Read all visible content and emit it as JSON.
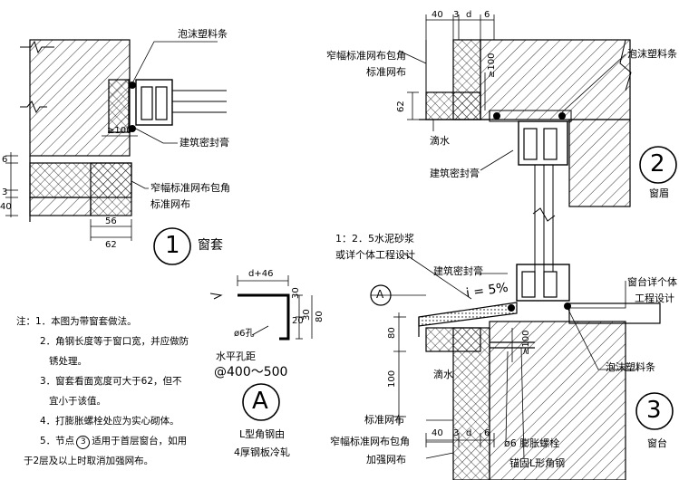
{
  "labels": {
    "foam_strip_1": "泡沫塑料条",
    "gte100_1": "≥100",
    "sealant_1": "建筑密封膏",
    "mesh_wrap_1": "窄幅标准网布包角",
    "mesh_1": "标准网布",
    "dim_56": "56",
    "dim_62_1": "62",
    "dim_6": "6",
    "dim_3": "3",
    "dim_40": "40",
    "title_1": "窗套",
    "dim_top_40": "40",
    "dim_top_3": "3",
    "dim_top_d": "d",
    "dim_top_6": "6",
    "mesh_wrap_2": "窄幅标准网布包角",
    "mesh_2": "标准网布",
    "foam_strip_2": "泡沫塑料条",
    "gte100_2": "≥100",
    "dim_62_2": "62",
    "drip": "滴水",
    "sealant_2": "建筑密封膏",
    "title_2": "窗眉",
    "mortar_1": "1：2．5水泥砂浆",
    "mortar_2": "或详个体工程设计",
    "sealant_3": "建筑密封膏",
    "slope": "i = 5%",
    "sill_1": "窗台详个体",
    "sill_2": "工程设计",
    "foam_strip_3": "泡沫塑料条",
    "gte100_3": "≥100",
    "dim_80_3": "80",
    "dim_100_3": "100",
    "drip_3": "滴水",
    "mesh_3": "标准网布",
    "mesh_wrap_3": "窄幅标准网布包角",
    "reinforce_mesh": "加强网布",
    "dim_bot_40": "40",
    "dim_bot_3": "3",
    "dim_bot_d": "d",
    "dim_bot_6": "6",
    "bolt": "ø6 膨胀螺栓",
    "angle_anchor": "锚固L形角钢",
    "title_3": "窗台",
    "detA_d46": "d+46",
    "detA_30a": "30",
    "detA_20": "20",
    "detA_30b": "30",
    "detA_80": "80",
    "detA_hole": "ø6孔",
    "detA_spacing_1": "水平孔距",
    "detA_spacing_2": "@400～500",
    "detA_cap_1": "L型角钢由",
    "detA_cap_2": "4厚钢板冷轧"
  },
  "markers": {
    "m1": "1",
    "m2": "2",
    "m3": "3",
    "mA": "A",
    "mA_small": "A"
  },
  "notes": {
    "n0": "注：1．本图为带窗套做法。",
    "n1": "2．角钢长度等于窗口宽，并应做防",
    "n1b": "锈处理。",
    "n2": "3．窗套看面宽度可大于62，但不",
    "n2b": "宜小于该值。",
    "n3": "4．打膨胀螺栓处应为实心砌体。",
    "n4a": "5．节点",
    "n4_ref": "3",
    "n4b": "适用于首层窗台，如用",
    "n5": "于2层及以上时取消加强网布。"
  }
}
